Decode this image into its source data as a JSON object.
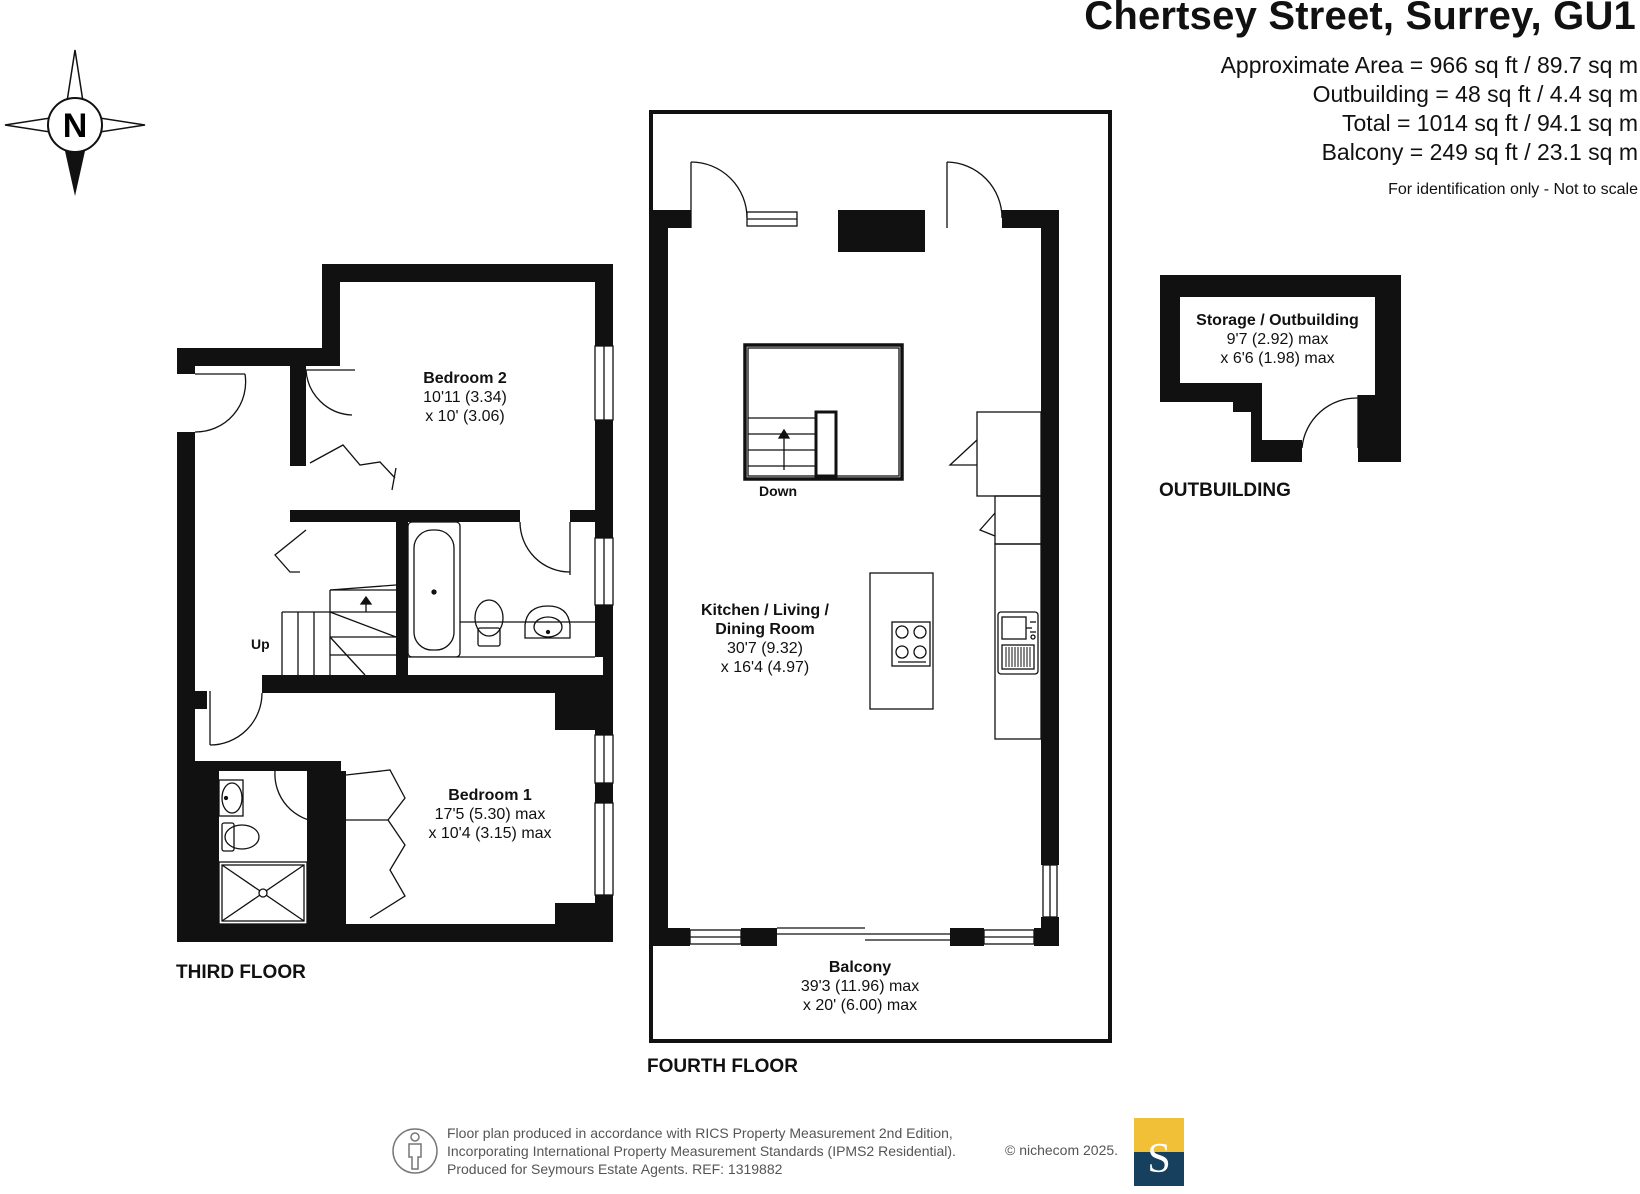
{
  "header": {
    "title": "Chertsey Street, Surrey, GU1",
    "areas": [
      "Approximate Area = 966 sq ft / 89.7 sq m",
      "Outbuilding = 48 sq ft / 4.4 sq m",
      "Total = 1014 sq ft / 94.1 sq m",
      "Balcony = 249 sq ft / 23.1 sq m"
    ],
    "note": "For identification only - Not to scale"
  },
  "compass": {
    "letter": "N"
  },
  "floors": {
    "third": "THIRD FLOOR",
    "fourth": "FOURTH FLOOR",
    "outbuilding": "OUTBUILDING"
  },
  "rooms": {
    "bedroom2": {
      "name": "Bedroom 2",
      "dim1": "10'11 (3.34)",
      "dim2": "x 10' (3.06)"
    },
    "bedroom1": {
      "name": "Bedroom 1",
      "dim1": "17'5 (5.30) max",
      "dim2": "x 10'4 (3.15) max"
    },
    "kitchen": {
      "name1": "Kitchen / Living /",
      "name2": "Dining Room",
      "dim1": "30'7 (9.32)",
      "dim2": "x 16'4 (4.97)"
    },
    "balcony": {
      "name": "Balcony",
      "dim1": "39'3 (11.96) max",
      "dim2": "x 20' (6.00) max"
    },
    "storage": {
      "name": "Storage / Outbuilding",
      "dim1": "9'7 (2.92) max",
      "dim2": "x 6'6 (1.98) max"
    }
  },
  "stairs": {
    "up": "Up",
    "down": "Down"
  },
  "footer": {
    "line1": "Floor plan produced in accordance with RICS Property Measurement 2nd Edition,",
    "line2": "Incorporating International Property Measurement Standards (IPMS2 Residential).",
    "line3": "Produced for Seymours Estate Agents.   REF: 1319882",
    "copyright": "© nichecom 2025.",
    "logo_letter": "S"
  },
  "colors": {
    "wall": "#111111",
    "logo_gold": "#f2c037",
    "logo_navy": "#17405f"
  }
}
